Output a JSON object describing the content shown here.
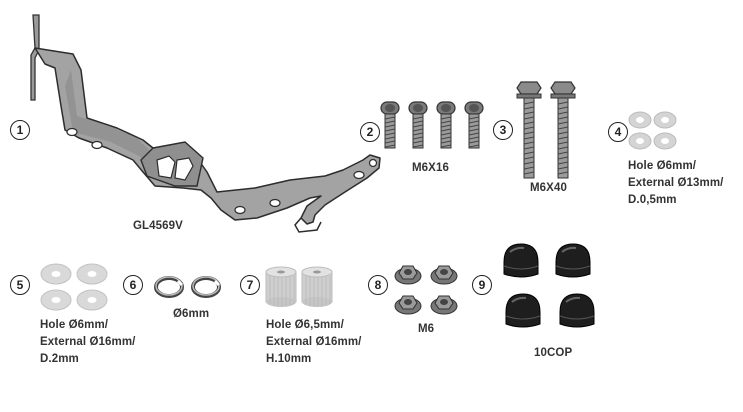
{
  "parts": [
    {
      "number": "1",
      "code": "GL4569V",
      "icon": "bracket-icon"
    },
    {
      "number": "2",
      "code": "M6X16",
      "icon": "short-bolt-icon"
    },
    {
      "number": "3",
      "code": "M6X40",
      "icon": "long-bolt-icon"
    },
    {
      "number": "4",
      "lines": [
        "Hole Ø6mm/",
        "External Ø13mm/",
        "D.0,5mm"
      ],
      "icon": "small-washer-icon"
    },
    {
      "number": "5",
      "lines": [
        "Hole Ø6mm/",
        "External Ø16mm/",
        "D.2mm"
      ],
      "icon": "large-washer-icon"
    },
    {
      "number": "6",
      "code": "Ø6mm",
      "icon": "spring-washer-icon"
    },
    {
      "number": "7",
      "lines": [
        "Hole Ø6,5mm/",
        "External Ø16mm/",
        "H.10mm"
      ],
      "icon": "spacer-icon"
    },
    {
      "number": "8",
      "code": "M6",
      "icon": "flange-nut-icon"
    },
    {
      "number": "9",
      "code": "10COP",
      "icon": "cap-nut-icon"
    }
  ]
}
